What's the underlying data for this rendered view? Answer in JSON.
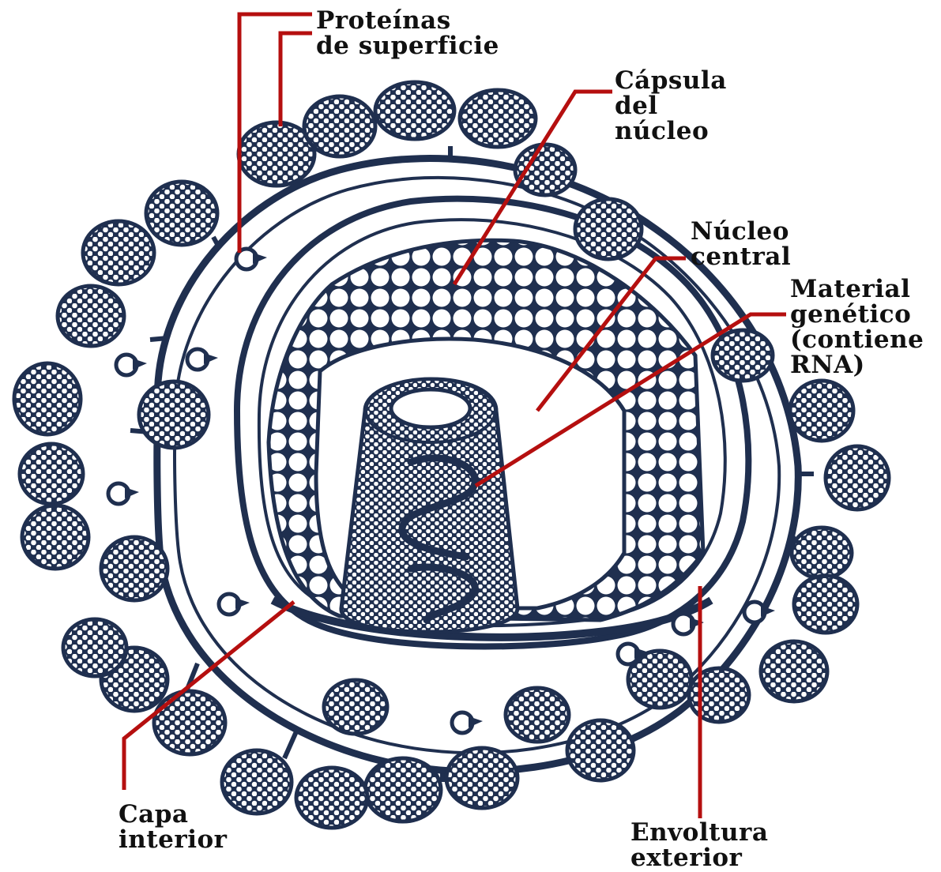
{
  "colors": {
    "ink": "#1f2f4f",
    "leader": "#b50f0f",
    "label_text": "#111111",
    "background": "#ffffff"
  },
  "labels": {
    "surface_proteins": {
      "line1": "Proteínas",
      "line2": "de superficie"
    },
    "capsule": {
      "line1": "Cápsula",
      "line2": "del",
      "line3": "núcleo"
    },
    "central_core": {
      "line1": "Núcleo",
      "line2": "central"
    },
    "genetic_material": {
      "line1": "Material",
      "line2": "genético",
      "line3": "(contiene",
      "line4": "RNA)"
    },
    "inner_layer": {
      "line1": "Capa",
      "line2": "interior"
    },
    "outer_envelope": {
      "line1": "Envoltura",
      "line2": "exterior"
    }
  }
}
